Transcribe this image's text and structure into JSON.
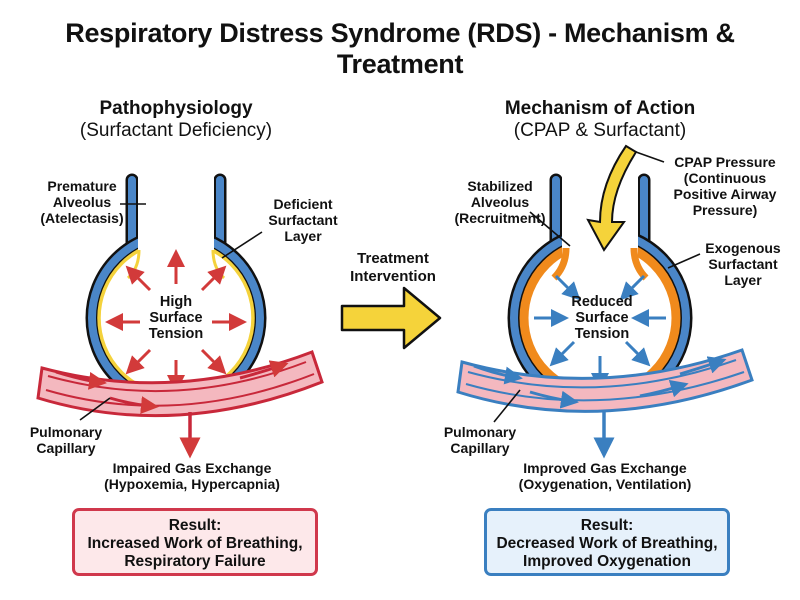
{
  "title": "Respiratory Distress Syndrome (RDS) - Mechanism & Treatment",
  "left": {
    "heading": "Pathophysiology",
    "subheading": "(Surfactant Deficiency)",
    "labels": {
      "alveolus": [
        "Premature",
        "Alveolus",
        "(Atelectasis)"
      ],
      "surfactant": [
        "Deficient",
        "Surfactant",
        "Layer"
      ],
      "center": [
        "High",
        "Surface",
        "Tension"
      ],
      "capillary": [
        "Pulmonary",
        "Capillary"
      ],
      "gas_exchange": [
        "Impaired Gas Exchange",
        "(Hypoxemia, Hypercapnia)"
      ]
    },
    "result": [
      "Result:",
      "Increased Work of Breathing,",
      "Respiratory Failure"
    ]
  },
  "middle": {
    "label": [
      "Treatment",
      "Intervention"
    ]
  },
  "right": {
    "heading": "Mechanism of Action",
    "subheading": "(CPAP & Surfactant)",
    "labels": {
      "alveolus": [
        "Stabilized",
        "Alveolus",
        "(Recruitment)"
      ],
      "cpap": [
        "CPAP Pressure",
        "(Continuous",
        "Positive Airway",
        "Pressure)"
      ],
      "surfactant": [
        "Exogenous",
        "Surfactant",
        "Layer"
      ],
      "center": [
        "Reduced",
        "Surface",
        "Tension"
      ],
      "capillary": [
        "Pulmonary",
        "Capillary"
      ],
      "gas_exchange": [
        "Improved Gas Exchange",
        "(Oxygenation, Ventilation)"
      ]
    },
    "result": [
      "Result:",
      "Decreased Work of Breathing,",
      "Improved Oxygenation"
    ]
  },
  "colors": {
    "wall_blue": "#4a86c8",
    "surfactant_yellow": "#f4d23c",
    "surfactant_orange": "#f08a1c",
    "capillary_pink": "#f4b8bf",
    "capillary_red": "#c8283a",
    "arrow_red": "#d23a3a",
    "arrow_blue": "#3a7fc0",
    "arrow_yellow": "#f5d33a"
  }
}
